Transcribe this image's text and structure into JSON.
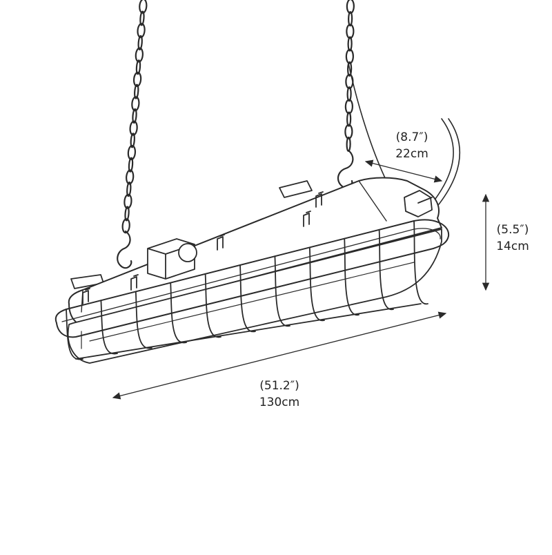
{
  "dimensions": {
    "depth": {
      "imperial": "(8.7″)",
      "metric": "22cm"
    },
    "height": {
      "imperial": "(5.5″)",
      "metric": "14cm"
    },
    "length": {
      "imperial": "(51.2″)",
      "metric": "130cm"
    }
  }
}
